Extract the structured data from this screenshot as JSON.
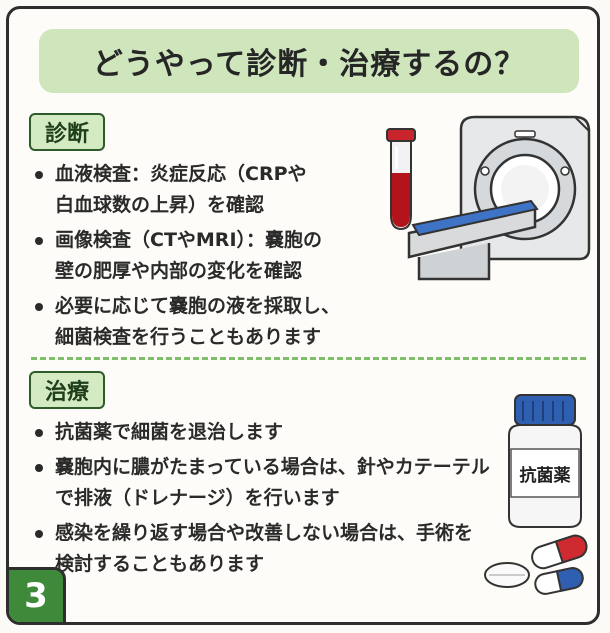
{
  "title": "どうやって診断・治療するの？",
  "diagnosis": {
    "label": "診断",
    "items": [
      [
        "血液検査：炎症反応（CRPや",
        "白血球数の上昇）を確認"
      ],
      [
        "画像検査（CTやMRI）：嚢胞の",
        "壁の肥厚や内部の変化を確認"
      ],
      [
        "必要に応じて嚢胞の液を採取し、",
        "細菌検査を行うこともあります"
      ]
    ]
  },
  "treatment": {
    "label": "治療",
    "items": [
      [
        "抗菌薬で細菌を退治します"
      ],
      [
        "嚢胞内に膿がたまっている場合は、針やカテーテル",
        "で排液（ドレナージ）を行います"
      ],
      [
        "感染を繰り返す場合や改善しない場合は、手術を",
        "検討することもあります"
      ]
    ]
  },
  "illustrations": {
    "test_tube": "blood-test-tube-icon",
    "ct_scanner": "ct-scanner-icon",
    "medicine_bottle": "medicine-bottle-icon",
    "medicine_bottle_label": "抗菌薬",
    "pills": "pills-icon"
  },
  "page_number": "3",
  "colors": {
    "title_bg": "#cfe6bd",
    "label_bg": "#d4eac3",
    "label_border": "#2f5b2a",
    "divider": "#7fbf6a",
    "page_badge": "#3f8a3a"
  }
}
